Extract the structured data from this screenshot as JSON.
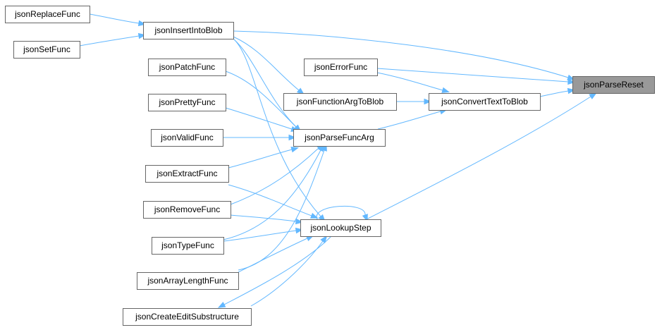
{
  "diagram": {
    "nodes": [
      {
        "id": "jsonReplaceFunc",
        "label": "jsonReplaceFunc"
      },
      {
        "id": "jsonInsertIntoBlob",
        "label": "jsonInsertIntoBlob"
      },
      {
        "id": "jsonSetFunc",
        "label": "jsonSetFunc"
      },
      {
        "id": "jsonPatchFunc",
        "label": "jsonPatchFunc"
      },
      {
        "id": "jsonErrorFunc",
        "label": "jsonErrorFunc"
      },
      {
        "id": "jsonParseReset",
        "label": "jsonParseReset",
        "root": true
      },
      {
        "id": "jsonFunctionArgToBlob",
        "label": "jsonFunctionArgToBlob"
      },
      {
        "id": "jsonConvertTextToBlob",
        "label": "jsonConvertTextToBlob"
      },
      {
        "id": "jsonPrettyFunc",
        "label": "jsonPrettyFunc"
      },
      {
        "id": "jsonValidFunc",
        "label": "jsonValidFunc"
      },
      {
        "id": "jsonParseFuncArg",
        "label": "jsonParseFuncArg"
      },
      {
        "id": "jsonExtractFunc",
        "label": "jsonExtractFunc"
      },
      {
        "id": "jsonRemoveFunc",
        "label": "jsonRemoveFunc"
      },
      {
        "id": "jsonLookupStep",
        "label": "jsonLookupStep"
      },
      {
        "id": "jsonTypeFunc",
        "label": "jsonTypeFunc"
      },
      {
        "id": "jsonArrayLengthFunc",
        "label": "jsonArrayLengthFunc"
      },
      {
        "id": "jsonCreateEditSubstructure",
        "label": "jsonCreateEditSubstructure"
      }
    ],
    "edges": [
      {
        "from": "jsonReplaceFunc",
        "to": "jsonInsertIntoBlob"
      },
      {
        "from": "jsonSetFunc",
        "to": "jsonInsertIntoBlob"
      },
      {
        "from": "jsonInsertIntoBlob",
        "to": "jsonParseReset"
      },
      {
        "from": "jsonInsertIntoBlob",
        "to": "jsonFunctionArgToBlob"
      },
      {
        "from": "jsonInsertIntoBlob",
        "to": "jsonParseFuncArg"
      },
      {
        "from": "jsonInsertIntoBlob",
        "to": "jsonLookupStep"
      },
      {
        "from": "jsonErrorFunc",
        "to": "jsonParseReset"
      },
      {
        "from": "jsonErrorFunc",
        "to": "jsonConvertTextToBlob"
      },
      {
        "from": "jsonFunctionArgToBlob",
        "to": "jsonConvertTextToBlob"
      },
      {
        "from": "jsonConvertTextToBlob",
        "to": "jsonParseReset"
      },
      {
        "from": "jsonParseFuncArg",
        "to": "jsonConvertTextToBlob"
      },
      {
        "from": "jsonPatchFunc",
        "to": "jsonParseFuncArg"
      },
      {
        "from": "jsonPrettyFunc",
        "to": "jsonParseFuncArg"
      },
      {
        "from": "jsonValidFunc",
        "to": "jsonParseFuncArg"
      },
      {
        "from": "jsonExtractFunc",
        "to": "jsonParseFuncArg"
      },
      {
        "from": "jsonRemoveFunc",
        "to": "jsonParseFuncArg"
      },
      {
        "from": "jsonTypeFunc",
        "to": "jsonParseFuncArg"
      },
      {
        "from": "jsonArrayLengthFunc",
        "to": "jsonParseFuncArg"
      },
      {
        "from": "jsonLookupStep",
        "to": "jsonParseReset"
      },
      {
        "from": "jsonLookupStep",
        "to": "jsonLookupStep"
      },
      {
        "from": "jsonExtractFunc",
        "to": "jsonLookupStep"
      },
      {
        "from": "jsonRemoveFunc",
        "to": "jsonLookupStep"
      },
      {
        "from": "jsonTypeFunc",
        "to": "jsonLookupStep"
      },
      {
        "from": "jsonArrayLengthFunc",
        "to": "jsonLookupStep"
      },
      {
        "from": "jsonCreateEditSubstructure",
        "to": "jsonLookupStep"
      },
      {
        "from": "jsonLookupStep",
        "to": "jsonCreateEditSubstructure"
      }
    ],
    "colors": {
      "edge": "#63b8ff",
      "node_border": "#666666",
      "node_fill": "#ffffff",
      "root_fill": "#999999"
    }
  }
}
